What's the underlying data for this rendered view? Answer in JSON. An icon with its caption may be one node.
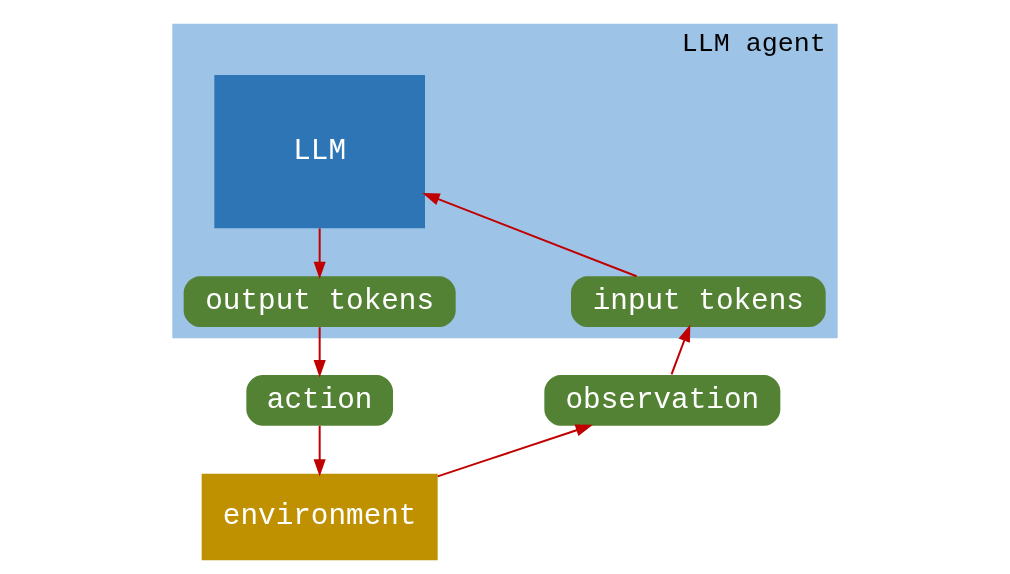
{
  "diagram": {
    "nodes": [
      {
        "text": [
          "LLM agent"
        ]
      },
      {
        "text": [
          "LLM"
        ],
        "in": 0
      },
      {
        "text": [
          "input tokens"
        ],
        "in": 0
      },
      {
        "text": [
          "output tokens"
        ],
        "in": 0
      },
      {
        "text": [
          "observation"
        ]
      },
      {
        "text": [
          "action"
        ]
      },
      {
        "text": [
          "environment"
        ]
      }
    ],
    "edges": [
      {
        "from": 2,
        "to": 1,
        "arrow": "to"
      },
      {
        "from": 1,
        "to": 3,
        "arrow": "to"
      },
      {
        "from": 3,
        "to": 5,
        "arrow": "to"
      },
      {
        "from": 5,
        "to": 6,
        "arrow": "to"
      },
      {
        "from": 6,
        "to": 4,
        "arrow": "to"
      },
      {
        "from": 4,
        "to": 2,
        "arrow": "to"
      }
    ]
  }
}
